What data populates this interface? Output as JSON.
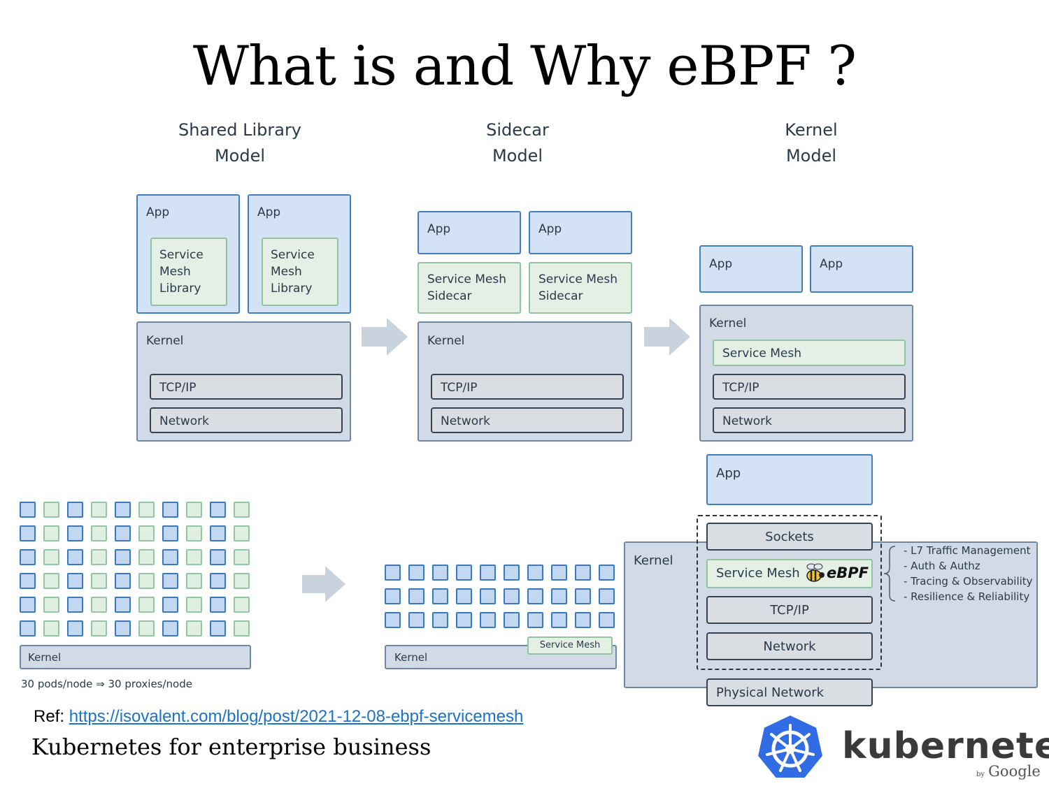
{
  "title": "What is and Why eBPF ?",
  "models": [
    {
      "line1": "Shared Library",
      "line2": "Model"
    },
    {
      "line1": "Sidecar",
      "line2": "Model"
    },
    {
      "line1": "Kernel",
      "line2": "Model"
    }
  ],
  "labels": {
    "app": "App",
    "kernel": "Kernel",
    "tcpip": "TCP/IP",
    "network": "Network",
    "service_mesh": "Service Mesh",
    "sm_library_1": "Service",
    "sm_library_2": "Mesh",
    "sm_library_3": "Library",
    "sidecar_1": "Service Mesh",
    "sidecar_2": "Sidecar",
    "sockets": "Sockets",
    "physical_network": "Physical Network",
    "ebpf": "eBPF"
  },
  "bottom": {
    "pods_caption": "30 pods/node ⇒ 30 proxies/node",
    "service_mesh_tag": "Service Mesh"
  },
  "features": [
    "- L7 Traffic Management",
    "- Auth & Authz",
    "- Tracing & Observability",
    "- Resilience & Reliability"
  ],
  "reference": {
    "prefix": "Ref: ",
    "url": "https://isovalent.com/blog/post/2021-12-08-ebpf-servicemesh"
  },
  "footer": "Kubernetes for enterprise business",
  "logo": {
    "word": "kubernetes",
    "by": "by",
    "google": "Google",
    "icon": "helm-wheel-icon"
  },
  "colors": {
    "app_fill": "#d3e3f5",
    "app_border": "#3f7ec0",
    "kernel_fill": "#d2dbe5",
    "mesh_fill": "#e4f0e6",
    "k8s_blue": "#326ce5"
  }
}
